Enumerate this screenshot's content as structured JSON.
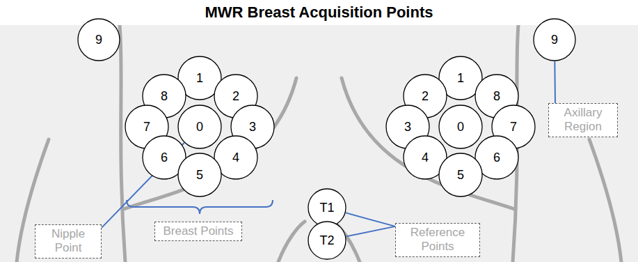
{
  "diagram": {
    "title": "MWR Breast Acquisition Points",
    "nodes": [
      {
        "text": [
          "9"
        ]
      },
      {
        "text": [
          "1"
        ]
      },
      {
        "text": [
          "8"
        ]
      },
      {
        "text": [
          "2"
        ]
      },
      {
        "text": [
          "7"
        ]
      },
      {
        "text": [
          "0"
        ]
      },
      {
        "text": [
          "3"
        ]
      },
      {
        "text": [
          "6"
        ]
      },
      {
        "text": [
          "4"
        ]
      },
      {
        "text": [
          "5"
        ]
      },
      {
        "text": [
          "1"
        ]
      },
      {
        "text": [
          "2"
        ]
      },
      {
        "text": [
          "8"
        ]
      },
      {
        "text": [
          "3"
        ]
      },
      {
        "text": [
          "0"
        ]
      },
      {
        "text": [
          "7"
        ]
      },
      {
        "text": [
          "4"
        ]
      },
      {
        "text": [
          "6"
        ]
      },
      {
        "text": [
          "5"
        ]
      },
      {
        "text": [
          "9"
        ]
      },
      {
        "text": [
          "Axillary Region"
        ]
      },
      {
        "text": [
          "Nipple Point"
        ]
      },
      {
        "text": [
          "Breast Points"
        ]
      },
      {
        "text": [
          "T1"
        ]
      },
      {
        "text": [
          "T2"
        ]
      },
      {
        "text": [
          "Reference Points"
        ]
      }
    ],
    "edges": [
      {
        "from": 21,
        "to": 5,
        "arrow": "none"
      },
      {
        "from": 20,
        "to": 19,
        "arrow": "none"
      },
      {
        "from": 25,
        "to": 23,
        "arrow": "none"
      },
      {
        "from": 25,
        "to": 24,
        "arrow": "none"
      }
    ]
  }
}
